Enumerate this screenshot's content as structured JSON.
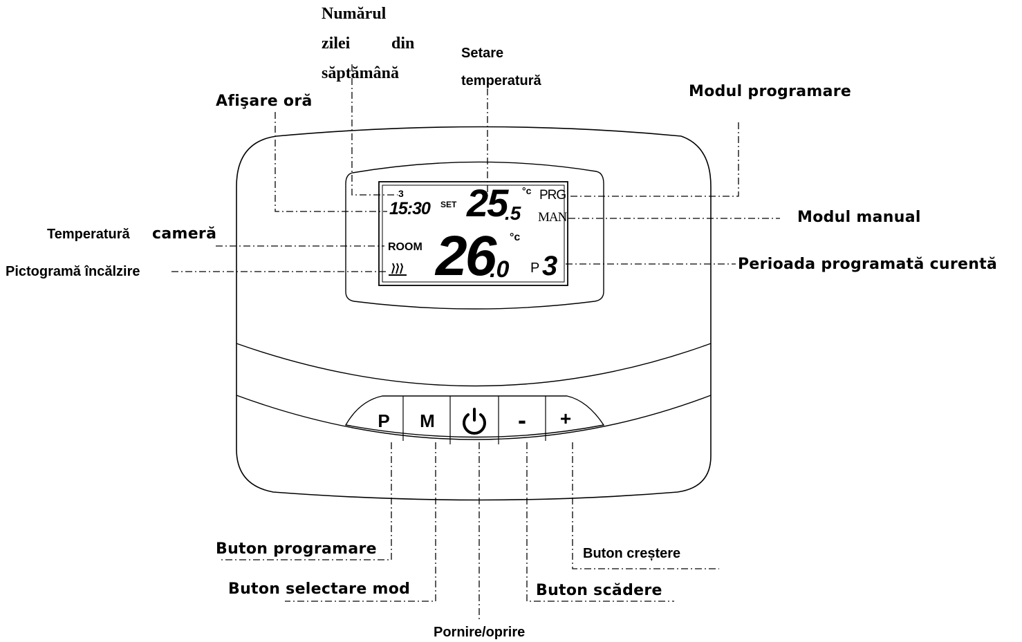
{
  "labels": {
    "day_number_line1": "Numărul",
    "day_number_line2a": "zilei",
    "day_number_line2b": "din",
    "day_number_line3": "săptămână",
    "set_temp_line1": "Setare",
    "set_temp_line2": "temperatură",
    "time_display": "Afişare oră",
    "program_mode": "Modul programare",
    "manual_mode": "Modul manual",
    "room_temp_a": "Temperatură",
    "room_temp_b": "cameră",
    "heating_icon": "Pictogramă încălzire",
    "current_period": "Perioada programată curentă",
    "program_button": "Buton programare",
    "mode_select_button": "Buton selectare mod",
    "power_button": "Pornire/oprire",
    "decrease_button": "Buton scădere",
    "increase_button": "Buton creștere"
  },
  "lcd": {
    "day": "3",
    "time": "15:30",
    "set": "SET",
    "set_temp_int": "25",
    "set_temp_dec": ".5",
    "unit": "°c",
    "prg": "PRG",
    "man": "MAN",
    "room": "ROOM",
    "room_temp_int": "26",
    "room_temp_dec": ".0",
    "period_prefix": "P",
    "period_value": "3"
  },
  "buttons": {
    "p": "P",
    "m": "M",
    "minus": "-",
    "plus": "+"
  },
  "icons": [
    "heating-icon",
    "power-icon"
  ]
}
